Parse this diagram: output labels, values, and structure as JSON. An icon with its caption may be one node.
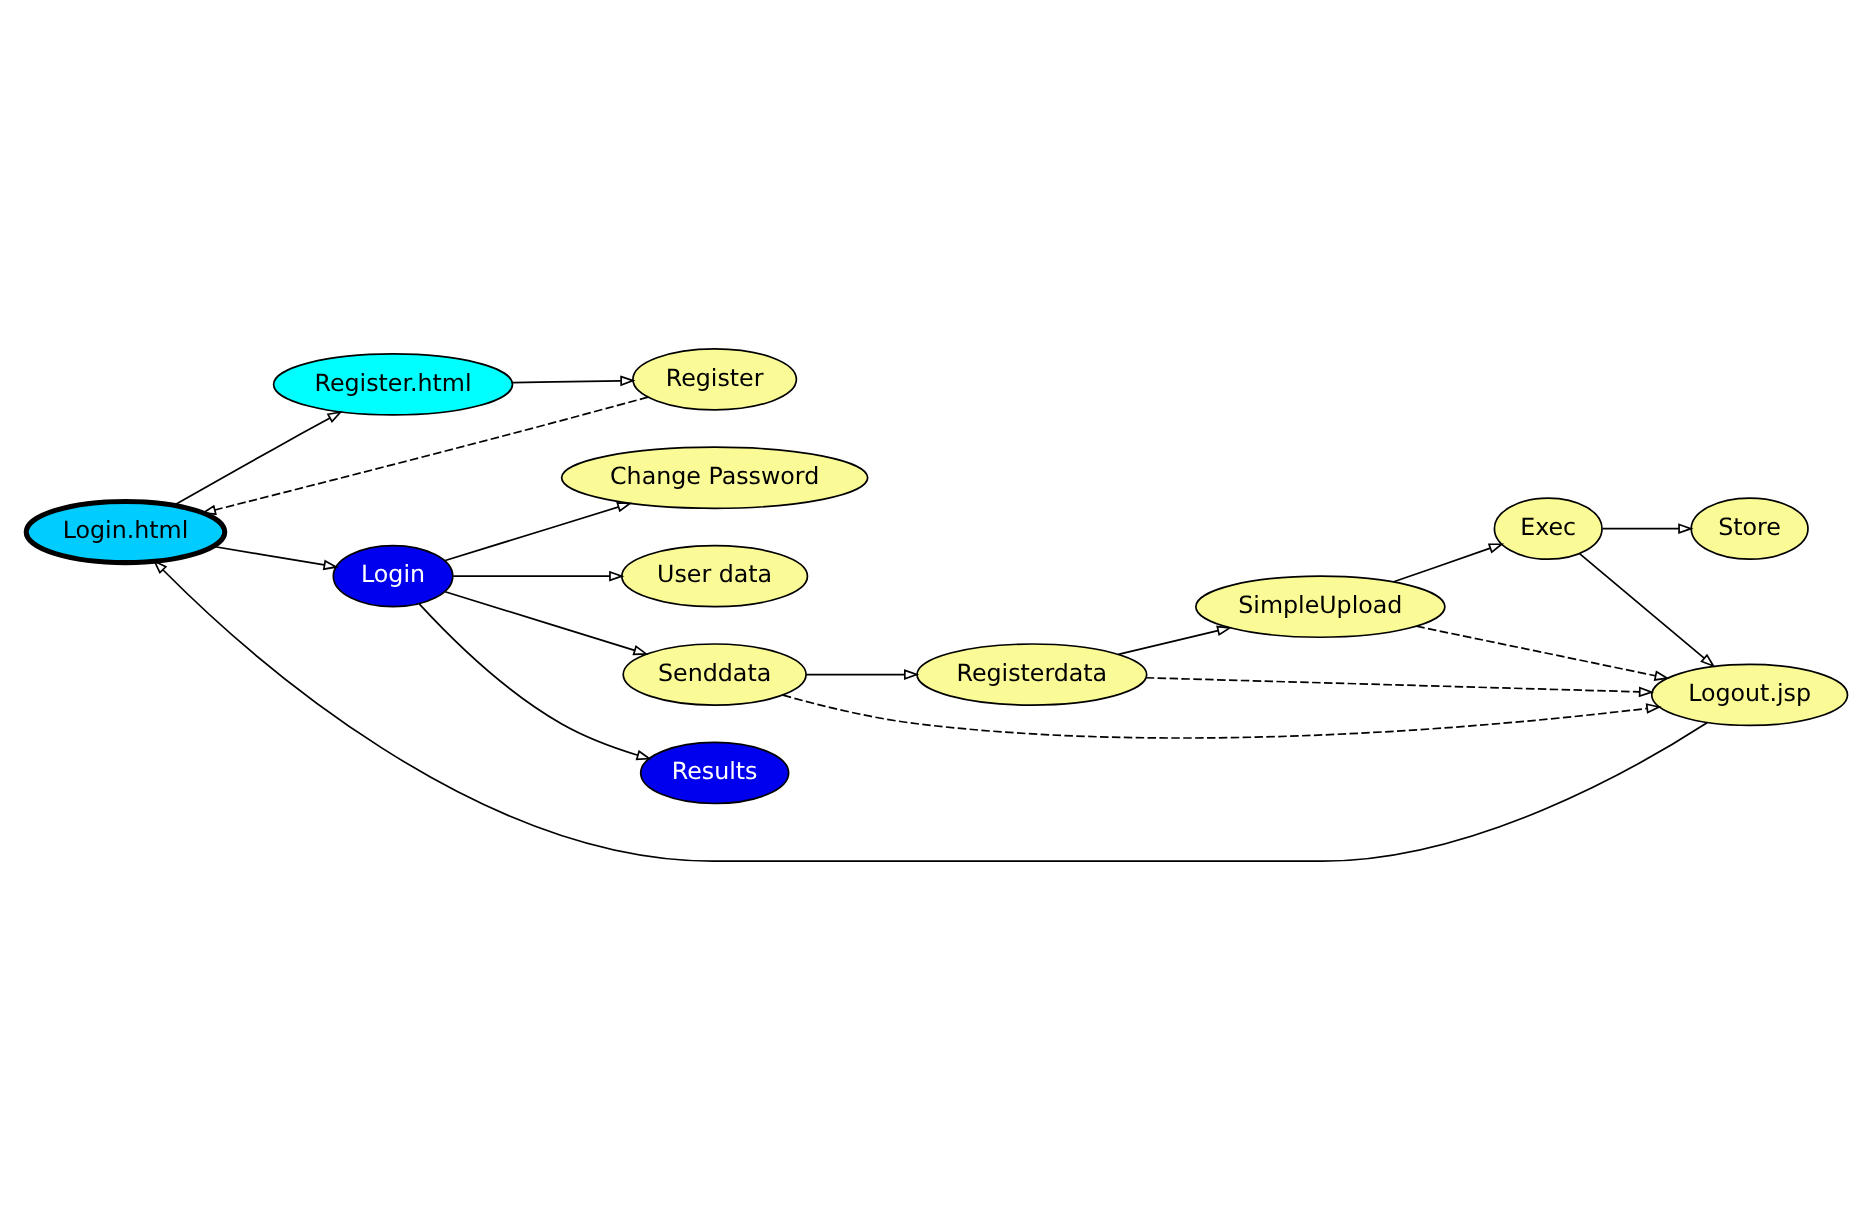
{
  "diagram": {
    "nodes": [
      {
        "text": [
          "Login.html"
        ]
      },
      {
        "text": [
          "Register.html"
        ]
      },
      {
        "text": [
          "Register"
        ]
      },
      {
        "text": [
          "Change Password"
        ]
      },
      {
        "text": [
          "User data"
        ]
      },
      {
        "text": [
          "Login"
        ]
      },
      {
        "text": [
          "Senddata"
        ]
      },
      {
        "text": [
          "Registerdata"
        ]
      },
      {
        "text": [
          "SimpleUpload"
        ]
      },
      {
        "text": [
          "Exec"
        ]
      },
      {
        "text": [
          "Store"
        ]
      },
      {
        "text": [
          "Results"
        ]
      },
      {
        "text": [
          "Logout.jsp"
        ]
      }
    ],
    "edges": [
      {
        "from": 0,
        "to": 1,
        "arrow": "to"
      },
      {
        "from": 1,
        "to": 2,
        "arrow": "to"
      },
      {
        "from": 2,
        "to": 0,
        "arrow": "to",
        "style": "dashed"
      },
      {
        "from": 0,
        "to": 5,
        "arrow": "to"
      },
      {
        "from": 5,
        "to": 3,
        "arrow": "to"
      },
      {
        "from": 5,
        "to": 4,
        "arrow": "to"
      },
      {
        "from": 5,
        "to": 6,
        "arrow": "to"
      },
      {
        "from": 5,
        "to": 11,
        "arrow": "to"
      },
      {
        "from": 6,
        "to": 7,
        "arrow": "to"
      },
      {
        "from": 7,
        "to": 8,
        "arrow": "to"
      },
      {
        "from": 8,
        "to": 9,
        "arrow": "to"
      },
      {
        "from": 9,
        "to": 10,
        "arrow": "to"
      },
      {
        "from": 6,
        "to": 12,
        "arrow": "to",
        "style": "dashed"
      },
      {
        "from": 7,
        "to": 12,
        "arrow": "to",
        "style": "dashed"
      },
      {
        "from": 8,
        "to": 12,
        "arrow": "to",
        "style": "dashed"
      },
      {
        "from": 9,
        "to": 12,
        "arrow": "to"
      },
      {
        "from": 12,
        "to": 0,
        "arrow": "to"
      }
    ]
  }
}
